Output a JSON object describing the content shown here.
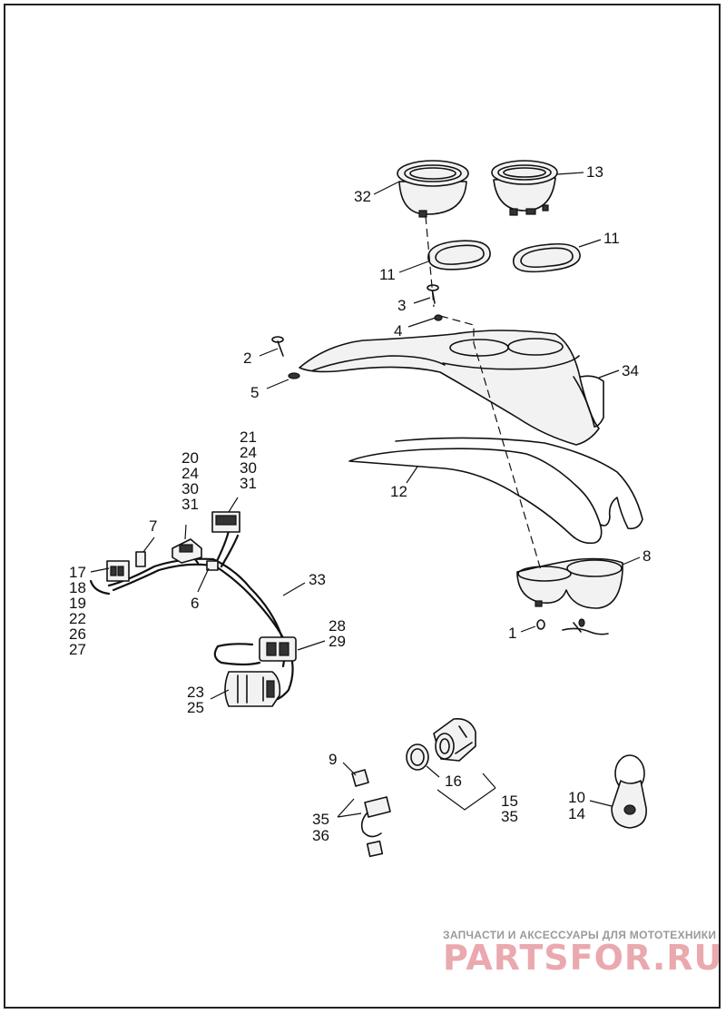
{
  "diagram": {
    "callouts": {
      "c1": "1",
      "c2": "2",
      "c3": "3",
      "c4": "4",
      "c5": "5",
      "c6": "6",
      "c7": "7",
      "c8": "8",
      "c9": "9",
      "c10": "10",
      "c11a": "11",
      "c11b": "11",
      "c12": "12",
      "c13": "13",
      "c14": "14",
      "c15": "15",
      "c16": "16",
      "c17": "17",
      "c18": "18",
      "c19": "19",
      "c22": "22",
      "c26": "26",
      "c27": "27",
      "c20": "20",
      "c24a": "24",
      "c30a": "30",
      "c31a": "31",
      "c21": "21",
      "c24b": "24",
      "c30b": "30",
      "c31b": "31",
      "c23": "23",
      "c25": "25",
      "c28": "28",
      "c29": "29",
      "c32": "32",
      "c33": "33",
      "c34": "34",
      "c35a": "35",
      "c35b": "35",
      "c36": "36"
    }
  },
  "watermark": {
    "tagline": "ЗАПЧАСТИ И АКСЕССУАРЫ ДЛЯ МОТОТЕХНИКИ",
    "brand": "PARTSFOR.RU"
  }
}
